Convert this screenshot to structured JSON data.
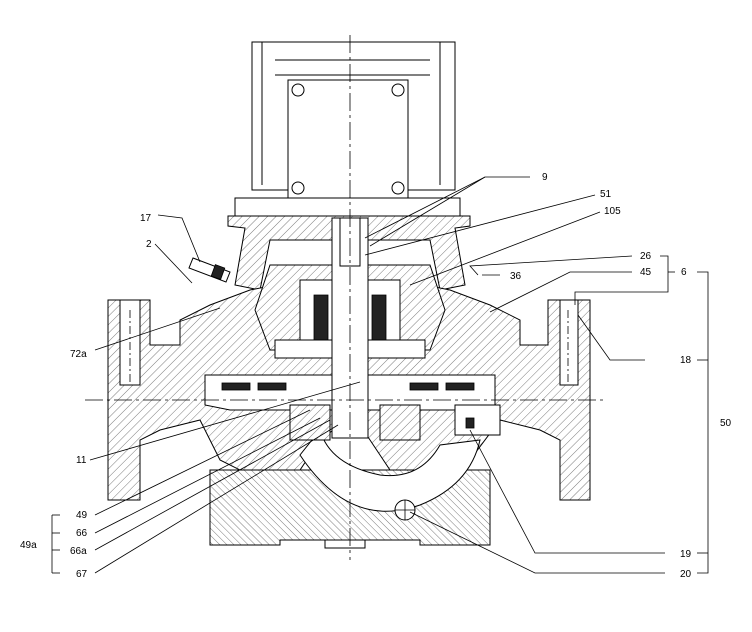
{
  "callouts": {
    "p9": "9",
    "p51": "51",
    "p105": "105",
    "p26": "26",
    "p45": "45",
    "p6": "6",
    "p36": "36",
    "p18": "18",
    "p50": "50",
    "p17": "17",
    "p2": "2",
    "p72a": "72a",
    "p11": "11",
    "p49": "49",
    "p66": "66",
    "p66a": "66a",
    "p67": "67",
    "p49a": "49a",
    "p19": "19",
    "p20": "20"
  }
}
